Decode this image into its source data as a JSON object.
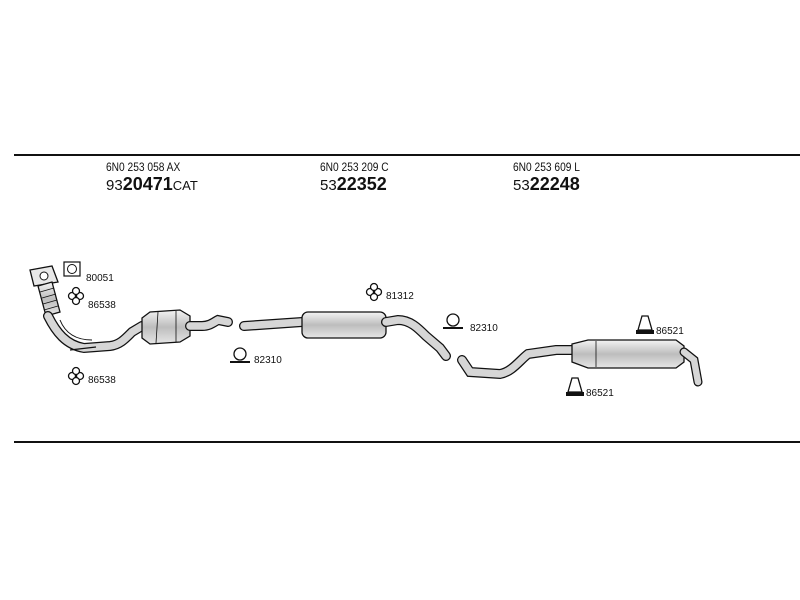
{
  "sections": [
    {
      "oe_number": "6N0 253 058 AX",
      "part_prefix": "93",
      "part_main": "20471",
      "part_suffix": "CAT"
    },
    {
      "oe_number": "6N0 253 209 C",
      "part_prefix": "53",
      "part_main": "22352",
      "part_suffix": ""
    },
    {
      "oe_number": "6N0 253 609 L",
      "part_prefix": "53",
      "part_main": "22248",
      "part_suffix": ""
    }
  ],
  "labels": {
    "gasket": "80051",
    "mount_front_top": "86538",
    "mount_front_bottom": "86538",
    "clamp_1": "82310",
    "mount_mid": "81312",
    "clamp_2": "82310",
    "rubber_rear_top": "86521",
    "rubber_rear_bottom": "86521"
  }
}
